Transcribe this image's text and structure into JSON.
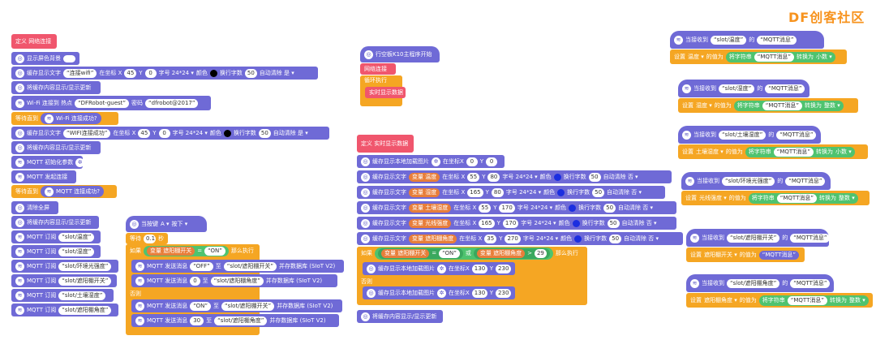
{
  "watermark": "DF创客社区",
  "s1": {
    "header": "定义 网络连接",
    "b1": "显示屏色背景",
    "b2_pre": "缓存显示文字",
    "b2_text": "连接wifi",
    "b2_xl": "在坐标 X",
    "b2_x": "45",
    "b2_yl": "Y",
    "b2_y": "0",
    "b2_fs": "字号 24*24 ▾",
    "b2_col": "颜色",
    "b2_wrap": "换行字数",
    "b2_w": "50",
    "b2_clr": "自动清除 是 ▾",
    "b3": "将缓存内容显示/显示更新",
    "b4_pre": "Wi-Fi 连接到 热点",
    "b4_ssid": "DFRobot-guest",
    "b4_pw": "密码",
    "b4_pwv": "dfrobot@2017",
    "b5_wait": "等待直到",
    "b5_cond": "Wi-Fi 连接成功?",
    "b6_pre": "缓存显示文字",
    "b6_text": "WIFI连接成功",
    "b6_xl": "在坐标 X",
    "b6_x": "45",
    "b6_yl": "Y",
    "b6_y": "0",
    "b6_fs": "字号 24*24 ▾",
    "b6_col": "颜色",
    "b6_wrap": "换行字数",
    "b6_w": "50",
    "b6_clr": "自动清除 是 ▾",
    "b7": "将缓存内容显示/显示更新",
    "b8": "MQTT 初始化参数",
    "b9": "MQTT 发起连接",
    "b10_wait": "等待直到",
    "b10_cond": "MQTT 连接成功?",
    "b11": "清除全屏",
    "b12": "将缓存内容显示/显示更新",
    "subs": [
      {
        "pre": "MQTT 订阅",
        "topic": "slot/温度"
      },
      {
        "pre": "MQTT 订阅",
        "topic": "slot/湿度"
      },
      {
        "pre": "MQTT 订阅",
        "topic": "slot/环境光强度"
      },
      {
        "pre": "MQTT 订阅",
        "topic": "slot/遮阳棚开关"
      },
      {
        "pre": "MQTT 订阅",
        "topic": "slot/土壤湿度"
      },
      {
        "pre": "MQTT 订阅",
        "topic": "slot/遮阳棚角度"
      }
    ]
  },
  "s2": {
    "hat": "当按键",
    "key": "A ▾",
    "event": "按下 ▾",
    "wait": "等待",
    "wait_v": "0.1",
    "wait_u": "秒",
    "if": "如果",
    "var": "变量 遮阳棚开关",
    "eq": "=",
    "val": "ON",
    "then": "那么执行",
    "p1_pre": "MQTT 发送消息",
    "p1_msg": "OFF",
    "p1_to": "至",
    "p1_topic": "slot/遮阳棚开关",
    "p1_post": "并存数据库 (SIoT V2)",
    "p2_pre": "MQTT 发送消息",
    "p2_msg": "0",
    "p2_to": "至",
    "p2_topic": "slot/遮阳棚角度",
    "p2_post": "并存数据库 (SIoT V2)",
    "else": "否则",
    "p3_pre": "MQTT 发送消息",
    "p3_msg": "ON",
    "p3_to": "至",
    "p3_topic": "slot/遮阳棚开关",
    "p3_post": "并存数据库 (SIoT V2)",
    "p4_pre": "MQTT 发送消息",
    "p4_msg": "30",
    "p4_to": "至",
    "p4_topic": "slot/遮阳棚角度",
    "p4_post": "并存数据库 (SIoT V2)"
  },
  "s3": {
    "hat": "行空板K10主程序开始",
    "c1": "网络连接",
    "loop": "循环执行",
    "c2": "实时显示数据"
  },
  "s4": {
    "header": "定义 实时显示数据",
    "img_pre": "缓存显示本地加载图片",
    "img_xl": "在坐标X",
    "img_x": "0",
    "img_yl": "Y",
    "img_y": "0",
    "rows": [
      {
        "pre": "缓存显示文字",
        "var": "变量 温度",
        "x": "55",
        "y": "80",
        "fs": "字号 24*24 ▾",
        "col": "颜色",
        "wrap": "换行字数",
        "w": "50",
        "clr": "自动清除 否 ▾"
      },
      {
        "pre": "缓存显示文字",
        "var": "变量 湿度",
        "x": "165",
        "y": "80",
        "fs": "字号 24*24 ▾",
        "col": "颜色",
        "wrap": "换行字数",
        "w": "50",
        "clr": "自动清除 否 ▾"
      },
      {
        "pre": "缓存显示文字",
        "var": "变量 土壤湿度",
        "x": "55",
        "y": "170",
        "fs": "字号 24*24 ▾",
        "col": "颜色",
        "wrap": "换行字数",
        "w": "50",
        "clr": "自动清除 否 ▾"
      },
      {
        "pre": "缓存显示文字",
        "var": "变量 光线强度",
        "x": "165",
        "y": "170",
        "fs": "字号 24*24 ▾",
        "col": "颜色",
        "wrap": "换行字数",
        "w": "50",
        "clr": "自动清除 否 ▾"
      },
      {
        "pre": "缓存显示文字",
        "var": "变量 遮阳棚角度",
        "x": "35",
        "y": "270",
        "fs": "字号 24*24 ▾",
        "col": "颜色",
        "wrap": "换行字数",
        "w": "50",
        "clr": "自动清除 否 ▾"
      }
    ],
    "if": "如果",
    "cvar": "变量 遮阳棚开关",
    "eq": "=",
    "cval": "ON",
    "or": "或",
    "cvar2": "变量 遮阳棚角度",
    "gt": ">",
    "cnum": "29",
    "then": "那么执行",
    "i1_pre": "缓存显示本地加载图片",
    "i1_xl": "在坐标X",
    "i1_x": "130",
    "i1_yl": "Y",
    "i1_y": "230",
    "else": "否则",
    "i2_pre": "缓存显示本地加载图片",
    "i2_xl": "在坐标X",
    "i2_x": "130",
    "i2_yl": "Y",
    "i2_y": "230",
    "end": "将缓存内容显示/显示更新"
  },
  "s5": [
    {
      "hat": "当接收到",
      "topic": "slot/温度",
      "of": "的",
      "msg": "MQTT消息",
      "set": "设置",
      "var": "温度 ▾",
      "val": "的值为",
      "conv": "将字符串",
      "src": "MQTT消息",
      "to": "转换为",
      "type": "小数 ▾"
    },
    {
      "hat": "当接收到",
      "topic": "slot/湿度",
      "of": "的",
      "msg": "MQTT消息",
      "set": "设置",
      "var": "湿度 ▾",
      "val": "的值为",
      "conv": "将字符串",
      "src": "MQTT消息",
      "to": "转换为",
      "type": "整数 ▾"
    },
    {
      "hat": "当接收到",
      "topic": "slot/土壤湿度",
      "of": "的",
      "msg": "MQTT消息",
      "set": "设置",
      "var": "土壤湿度 ▾",
      "val": "的值为",
      "conv": "将字符串",
      "src": "MQTT消息",
      "to": "转换为",
      "type": "小数 ▾"
    },
    {
      "hat": "当接收到",
      "topic": "slot/环境光强度",
      "of": "的",
      "msg": "MQTT消息",
      "set": "设置",
      "var": "光线强度 ▾",
      "val": "的值为",
      "conv": "将字符串",
      "src": "MQTT消息",
      "to": "转换为",
      "type": "整数 ▾"
    },
    {
      "hat": "当接收到",
      "topic": "slot/遮阳棚开关",
      "of": "的",
      "msg": "MQTT消息",
      "set": "设置",
      "var": "遮阳棚开关 ▾",
      "val": "的值为",
      "conv": "",
      "src": "MQTT消息",
      "to": "",
      "type": ""
    },
    {
      "hat": "当接收到",
      "topic": "slot/遮阳棚角度",
      "of": "的",
      "msg": "MQTT消息",
      "set": "设置",
      "var": "遮阳棚角度 ▾",
      "val": "的值为",
      "conv": "将字符串",
      "src": "MQTT消息",
      "to": "转换为",
      "type": "整数 ▾"
    }
  ]
}
